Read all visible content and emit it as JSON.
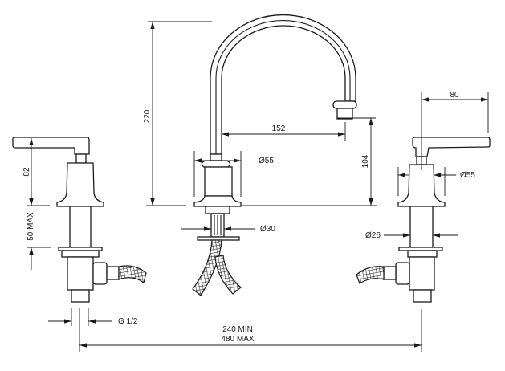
{
  "title": "Three-hole basin mixer dimension drawing",
  "dimensions": {
    "spout_height": "220",
    "spout_reach": "152",
    "spout_outlet_height": "104",
    "handle_length": "80",
    "base_diameter_center": "Ø55",
    "base_diameter_right": "Ø55",
    "handle_height": "82",
    "deck_thickness": "50 MAX",
    "shank_diameter_center": "Ø30",
    "shank_diameter_right": "Ø26",
    "connection_thread": "G 1/2",
    "spacing_min": "240 MIN",
    "spacing_max": "480 MAX"
  }
}
